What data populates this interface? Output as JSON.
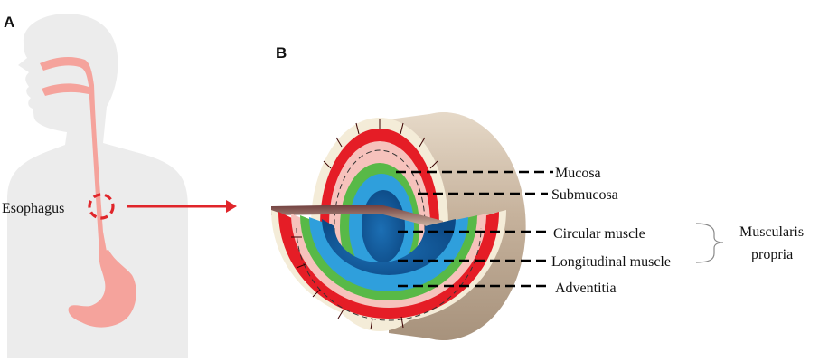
{
  "panels": {
    "a": {
      "letter": "A",
      "organ_label": "Esophagus"
    },
    "b": {
      "letter": "B"
    }
  },
  "layers": [
    {
      "name": "Mucosa",
      "color": "#f6c2bc"
    },
    {
      "name": "Submucosa",
      "color": "#2f9fdc"
    },
    {
      "name": "Circular muscle",
      "color": "#e51d26"
    },
    {
      "name": "Longitudinal muscle",
      "color": "#58b947"
    },
    {
      "name": "Adventitia",
      "color": "#f4ecd8"
    }
  ],
  "group_label": {
    "line1": "Muscularis",
    "line2": "propria"
  },
  "colors": {
    "body_silhouette": "#ececec",
    "digestive_tract": "#f5a39c",
    "arrow": "#e0252a",
    "tube_outer": "#c8b49e"
  },
  "icons": [
    "human-silhouette",
    "esophagus-cross-section",
    "curly-brace"
  ]
}
